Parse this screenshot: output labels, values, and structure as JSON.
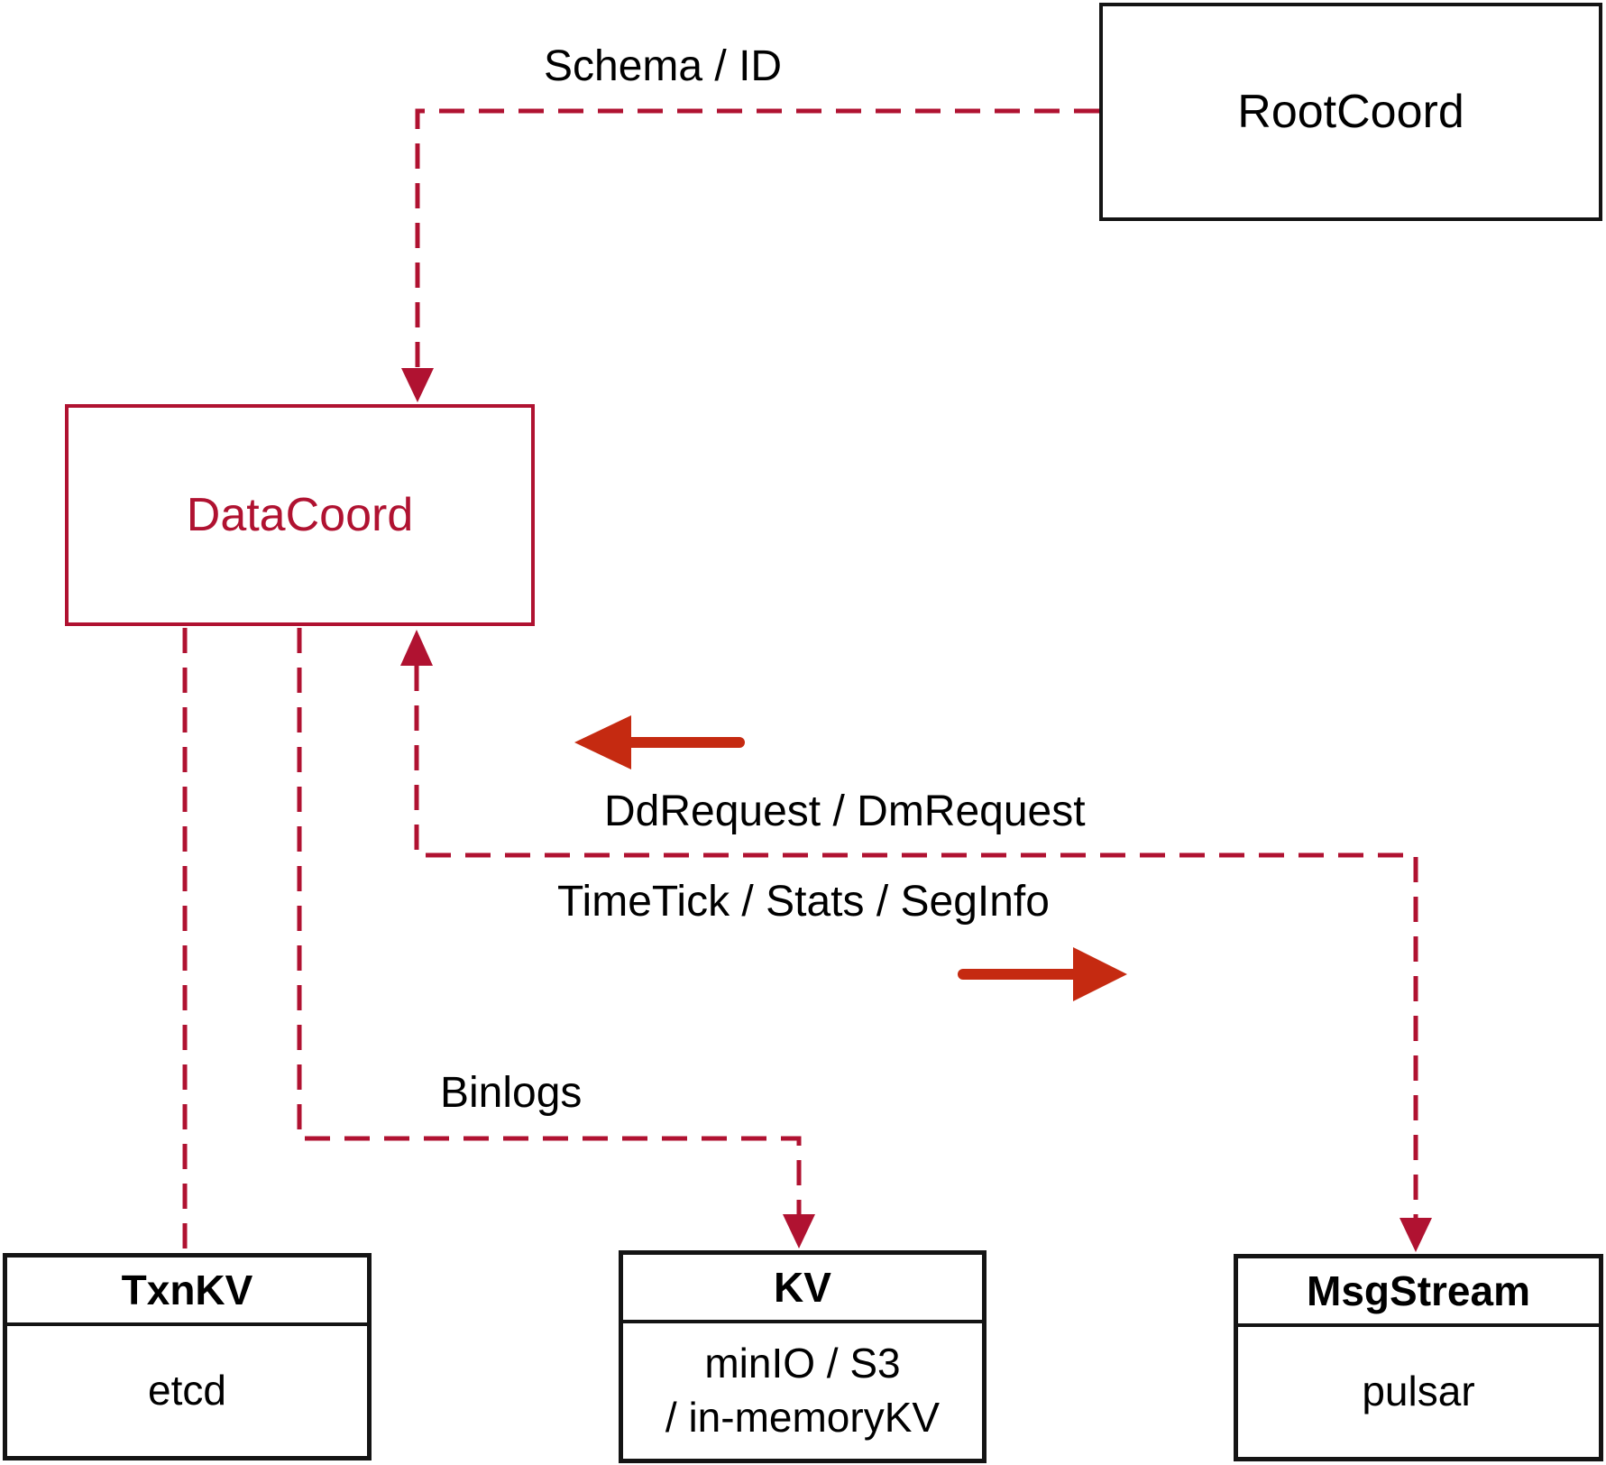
{
  "colors": {
    "line-red": "#b01231",
    "arrow-red": "#c52a11",
    "box-black": "#141414",
    "text-black": "#000000"
  },
  "nodes": {
    "rootcoord": {
      "label": "RootCoord"
    },
    "datacoord": {
      "label": "DataCoord"
    },
    "txnkv": {
      "title": "TxnKV",
      "body": "etcd"
    },
    "kv": {
      "title": "KV",
      "body_line1": "minIO / S3",
      "body_line2": "/ in-memoryKV"
    },
    "msgstream": {
      "title": "MsgStream",
      "body": "pulsar"
    }
  },
  "edges": {
    "schema_id_label": "Schema / ID",
    "dd_request_label": "DdRequest / DmRequest",
    "timetick_label": "TimeTick / Stats / SegInfo",
    "binlogs_label": "Binlogs"
  }
}
